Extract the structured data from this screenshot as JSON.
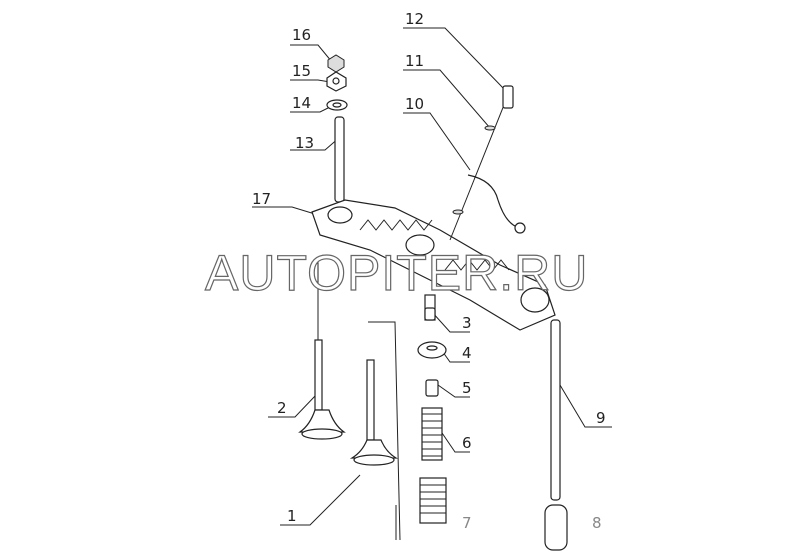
{
  "watermark": "AUTOPITER.RU",
  "callouts": {
    "c1": "1",
    "c2": "2",
    "c3": "3",
    "c4": "4",
    "c5": "5",
    "c6": "6",
    "c7": "7",
    "c8": "8",
    "c9": "9",
    "c10": "10",
    "c11": "11",
    "c12": "12",
    "c13": "13",
    "c14": "14",
    "c15": "15",
    "c16": "16",
    "c17": "17"
  }
}
